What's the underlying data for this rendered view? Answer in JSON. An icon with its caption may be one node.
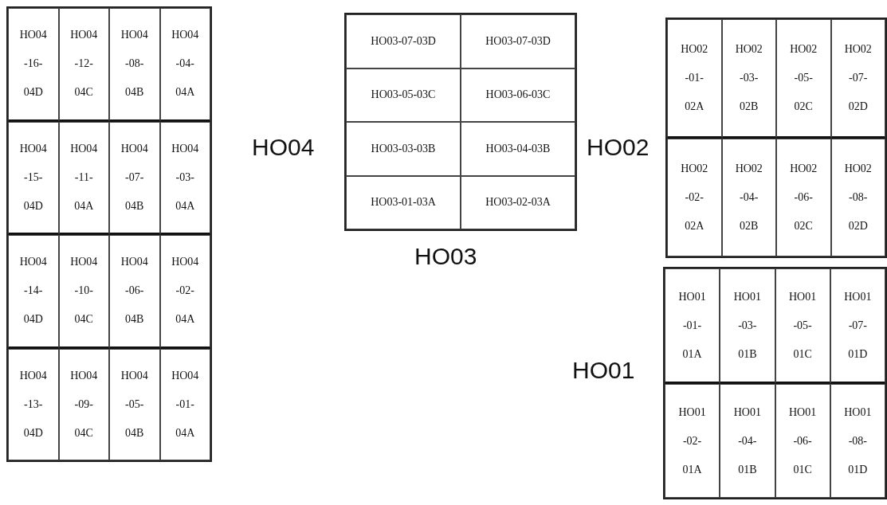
{
  "diagram": {
    "nodes": [
      {
        "text": [],
        "shape": "box"
      },
      {
        "text": [
          "HO04 -16- 04D"
        ],
        "in": 0
      },
      {
        "text": [
          "HO04 -12- 04C"
        ],
        "in": 0
      },
      {
        "text": [
          "HO04 -08- 04B"
        ],
        "in": 0
      },
      {
        "text": [
          "HO04 -04- 04A"
        ],
        "in": 0
      },
      {
        "text": [
          "HO04 -15- 04D"
        ],
        "in": 0
      },
      {
        "text": [
          "HO04 -11- 04A"
        ],
        "in": 0
      },
      {
        "text": [
          "HO04 -07- 04B"
        ],
        "in": 0
      },
      {
        "text": [
          "HO04 -03- 04A"
        ],
        "in": 0
      },
      {
        "text": [
          "HO04 -14- 04D"
        ],
        "in": 0
      },
      {
        "text": [
          "HO04 -10- 04C"
        ],
        "in": 0
      },
      {
        "text": [
          "HO04 -06- 04B"
        ],
        "in": 0
      },
      {
        "text": [
          "HO04 -02- 04A"
        ],
        "in": 0
      },
      {
        "text": [
          "HO04 -13- 04D"
        ],
        "in": 0
      },
      {
        "text": [
          "HO04 -09- 04C"
        ],
        "in": 0
      },
      {
        "text": [
          "HO04 -05- 04B"
        ],
        "in": 0
      },
      {
        "text": [
          "HO04 -01- 04A"
        ],
        "in": 0
      },
      {
        "text": [],
        "shape": "box"
      },
      {
        "text": [
          "HO03-07-03D"
        ],
        "in": 17
      },
      {
        "text": [
          "HO03-07-03D"
        ],
        "in": 17
      },
      {
        "text": [
          "HO03-05-03C"
        ],
        "in": 17
      },
      {
        "text": [
          "HO03-06-03C"
        ],
        "in": 17
      },
      {
        "text": [
          "HO03-03-03B"
        ],
        "in": 17
      },
      {
        "text": [
          "HO03-04-03B"
        ],
        "in": 17
      },
      {
        "text": [
          "HO03-01-03A"
        ],
        "in": 17
      },
      {
        "text": [
          "HO03-02-03A"
        ],
        "in": 17
      },
      {
        "text": [],
        "shape": "box"
      },
      {
        "text": [
          "HO02 -01- 02A"
        ],
        "in": 26
      },
      {
        "text": [
          "HO02 -03- 02B"
        ],
        "in": 26
      },
      {
        "text": [
          "HO02 -05- 02C"
        ],
        "in": 26
      },
      {
        "text": [
          "HO02 -07- 02D"
        ],
        "in": 26
      },
      {
        "text": [
          "HO02 -02- 02A"
        ],
        "in": 26
      },
      {
        "text": [
          "HO02 -04- 02B"
        ],
        "in": 26
      },
      {
        "text": [
          "HO02 -06- 02C"
        ],
        "in": 26
      },
      {
        "text": [
          "HO02 -08- 02D"
        ],
        "in": 26
      },
      {
        "text": [],
        "shape": "box"
      },
      {
        "text": [
          "HO01 -01- 01A"
        ],
        "in": 35
      },
      {
        "text": [
          "HO01 -03- 01B"
        ],
        "in": 35
      },
      {
        "text": [
          "HO01 -05- 01C"
        ],
        "in": 35
      },
      {
        "text": [
          "HO01 -07- 01D"
        ],
        "in": 35
      },
      {
        "text": [
          "HO01 -02- 01A"
        ],
        "in": 35
      },
      {
        "text": [
          "HO01 -04- 01B"
        ],
        "in": 35
      },
      {
        "text": [
          "HO01 -06- 01C"
        ],
        "in": 35
      },
      {
        "text": [
          "HO01 -08- 01D"
        ],
        "in": 35
      }
    ],
    "labels": [
      "HO04",
      "HO02",
      "HO03",
      "HO01"
    ]
  }
}
